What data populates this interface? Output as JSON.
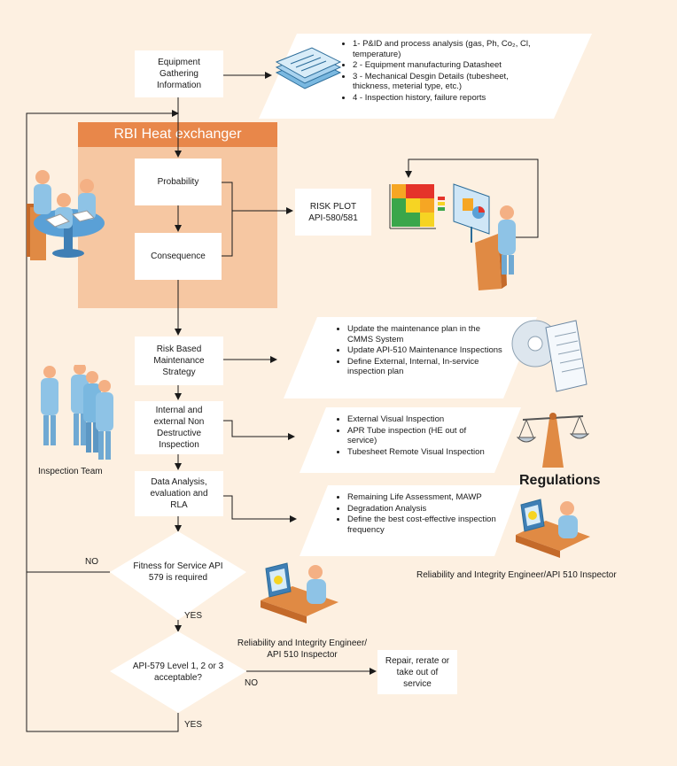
{
  "flow": {
    "equipment_info": "Equipment\nGathering\nInformation",
    "rbi_title": "RBI Heat exchanger",
    "probability": "Probability",
    "consequence": "Consequence",
    "risk_plot": "RISK PLOT\nAPI-580/581",
    "risk_strategy": "Risk Based\nMaintenance\nStrategy",
    "ndi": "Internal and\nexternal Non\nDestructive\nInspection",
    "data_analysis": "Data Analysis,\nevaluation and\nRLA",
    "ffs": "Fitness for Service API\n579 is required",
    "api579": "API-579 Level 1, 2 or 3\nacceptable?",
    "repair": "Repair, rerate or\ntake out of service",
    "no_1": "NO",
    "yes_1": "YES",
    "no_2": "NO",
    "yes_2": "YES"
  },
  "info_list": [
    "1- P&ID and process analysis (gas, Ph, Co₂, Cl, temperature)",
    "2 - Equipment manufacturing Datasheet",
    "3 - Mechanical Desgin Details (tubesheet, thickness, meterial type, etc.)",
    "4 - Inspection history, failure reports"
  ],
  "strategy_list": [
    "Update the maintenance plan in the CMMS System",
    "Update API-510 Maintenance Inspections",
    "Define External, Internal, In-service inspection plan"
  ],
  "inspection_list": [
    "External Visual Inspection",
    "APR Tube inspection (HE out of service)",
    "Tubesheet Remote Visual Inspection"
  ],
  "analysis_list": [
    "Remaining Life Assessment, MAWP",
    "Degradation Analysis",
    "Define the best cost-effective inspection frequency"
  ],
  "labels": {
    "inspection_team": "Inspection Team",
    "regulations": "Regulations",
    "engineer_right": "Reliability and Integrity Engineer/API 510 Inspector",
    "engineer_center": "Reliability and Integrity Engineer/\nAPI 510 Inspector"
  },
  "colors": {
    "background": "#fdf0e1",
    "rbi_header": "#e8874a",
    "rbi_zone": "#f6c7a2",
    "figure_blue": "#8ec3e6",
    "line": "#1a1a1a"
  }
}
